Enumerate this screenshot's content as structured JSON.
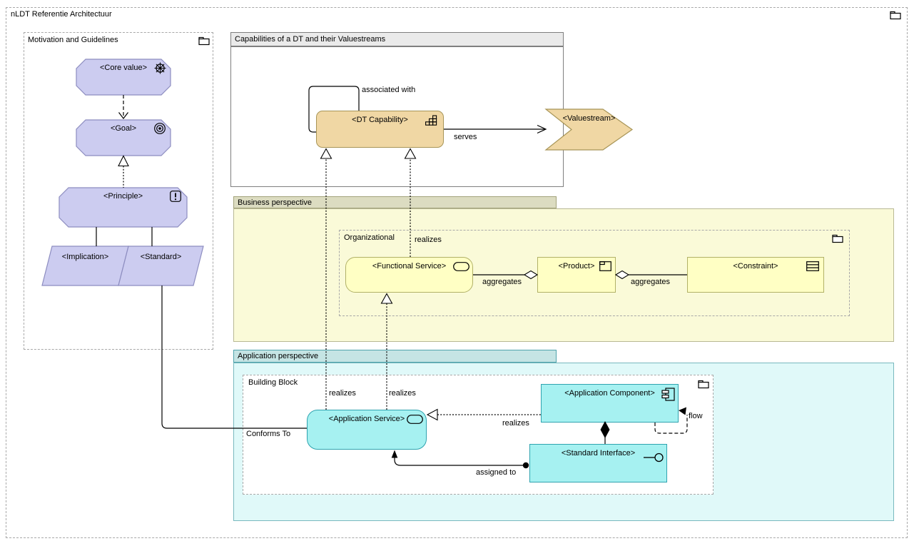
{
  "diagram": {
    "title": "nLDT Referentie Architectuur"
  },
  "groups": {
    "motivation": {
      "title": "Motivation and Guidelines"
    },
    "capabilities": {
      "title": "Capabilities of a DT and their Valuestreams"
    },
    "business": {
      "title": "Business perspective"
    },
    "organizational": {
      "title": "Organizational"
    },
    "application": {
      "title": "Application perspective"
    },
    "building_block": {
      "title": "Building Block"
    }
  },
  "nodes": {
    "core_value": {
      "label": "<Core value>"
    },
    "goal": {
      "label": "<Goal>"
    },
    "principle": {
      "label": "<Principle>"
    },
    "implication": {
      "label": "<Implication>"
    },
    "standard": {
      "label": "<Standard>"
    },
    "dt_capability": {
      "label": "<DT Capability>"
    },
    "valuestream": {
      "label": "<Valuestream>"
    },
    "functional_service": {
      "label": "<Functional Service>"
    },
    "product": {
      "label": "<Product>"
    },
    "constraint": {
      "label": "<Constraint>"
    },
    "application_service": {
      "label": "<Application Service>"
    },
    "application_component": {
      "label": "<Application Component>"
    },
    "standard_interface": {
      "label": "<Standard Interface>"
    }
  },
  "connectors": {
    "associated_with": "associated with",
    "serves": "serves",
    "realizes": "realizes",
    "aggregates": "aggregates",
    "conforms_to": "Conforms To",
    "assigned_to": "assigned to",
    "flow": "flow"
  },
  "colors": {
    "frame_border": "#A8A8A8",
    "connector": "#000000",
    "motivation_fill": "#CCCCF0",
    "motivation_stroke": "#8D8DC0",
    "capability_fill": "#F0D7A4",
    "capability_stroke": "#A89557",
    "business_fill": "#FFFFC4",
    "business_stroke": "#B1B167",
    "application_fill": "#A6F1F1",
    "application_stroke": "#2FA3AF",
    "capabilities_header_fill": "#EAEAEA",
    "capabilities_border": "#7F7F7F",
    "business_tab_fill": "#DCDCC1",
    "business_tab_stroke": "#A3A37B",
    "business_area_fill": "#FAFAD8",
    "business_area_stroke": "#B9B995",
    "application_tab_fill": "#C5E4E4",
    "application_tab_stroke": "#4FA3AC",
    "application_area_fill": "#E0F9F9",
    "application_area_stroke": "#79B9BE"
  }
}
